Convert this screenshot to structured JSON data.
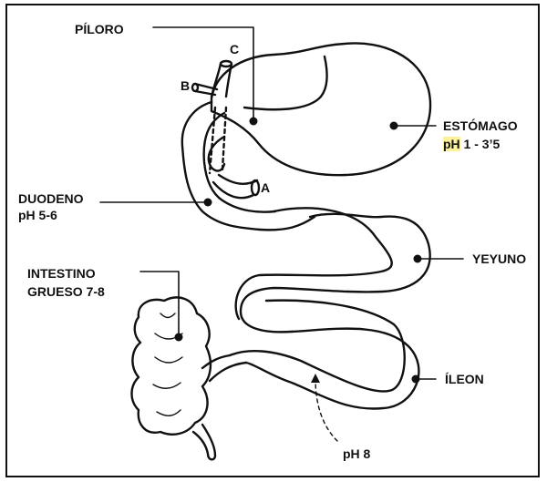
{
  "labels": {
    "piloro": "PÍLORO",
    "estomago": "ESTÓMAGO",
    "estomago_ph_prefix": "pH",
    "estomago_ph_value": " 1 - 3’5",
    "duodeno": "DUODENO",
    "duodeno_ph": "pH 5-6",
    "yeyuno": "YEYUNO",
    "intestino_1": "INTESTINO",
    "intestino_2": "GRUESO 7-8",
    "ileon": "ÍLEON",
    "ph8": "pH 8",
    "letter_a": "A",
    "letter_b": "B",
    "letter_c": "C"
  },
  "colors": {
    "line": "#111111",
    "highlight": "#fbf29a"
  }
}
